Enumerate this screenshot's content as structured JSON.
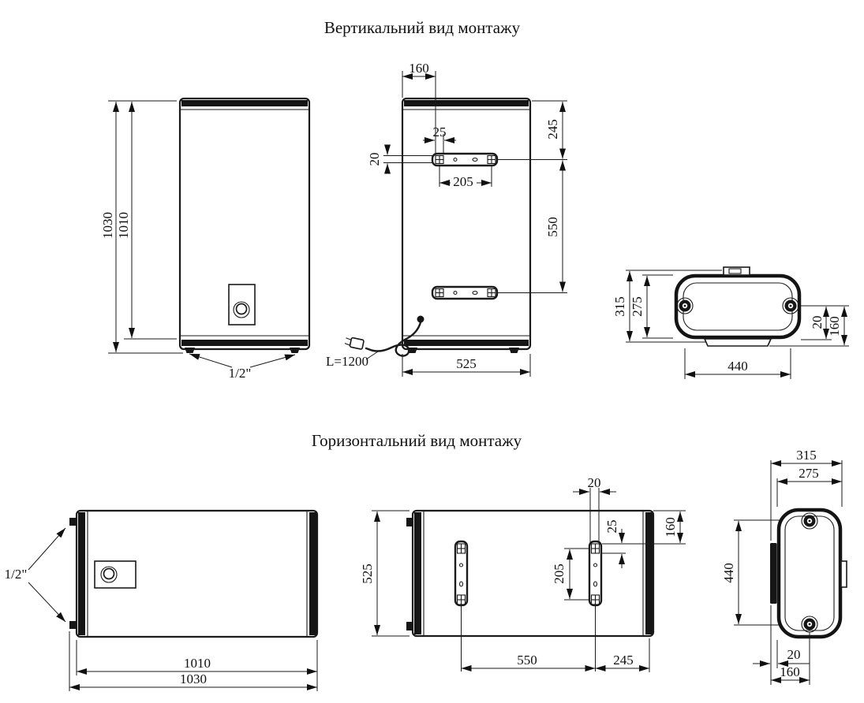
{
  "page": {
    "background": "#ffffff",
    "line_color": "#1a1a1a"
  },
  "sections": {
    "vertical": {
      "title": "Вертикальний вид монтажу",
      "front_view": {
        "dim_total_height": "1030",
        "dim_body_height": "1010",
        "label_connection": "1/2\""
      },
      "back_view": {
        "dim_top_offset": "160",
        "dim_slot_width": "25",
        "dim_bracket_thickness": "20",
        "dim_slot_spacing": "205",
        "dim_edge_to_bracket": "245",
        "dim_bracket_spacing": "550",
        "dim_width": "525",
        "label_cable_length": "L=1200"
      },
      "top_view": {
        "dim_depth_total": "315",
        "dim_depth_body": "275",
        "dim_wall_gap": "20",
        "dim_wall_to_bolt": "160",
        "dim_bolt_spacing": "440"
      }
    },
    "horizontal": {
      "title": "Горизонтальний вид монтажу",
      "front_view": {
        "label_connection": "1/2\"",
        "dim_body_length": "1010",
        "dim_total_length": "1030"
      },
      "back_view": {
        "dim_width": "525",
        "dim_bracket_thickness": "20",
        "dim_slot_width": "25",
        "dim_edge_to_bolt": "160",
        "dim_slot_spacing": "205",
        "dim_bracket_spacing": "550",
        "dim_bracket_to_edge": "245"
      },
      "side_view": {
        "dim_depth_total": "315",
        "dim_depth_body": "275",
        "dim_bolt_spacing": "440",
        "dim_wall_gap": "20",
        "dim_wall_to_bolt": "160"
      }
    }
  }
}
